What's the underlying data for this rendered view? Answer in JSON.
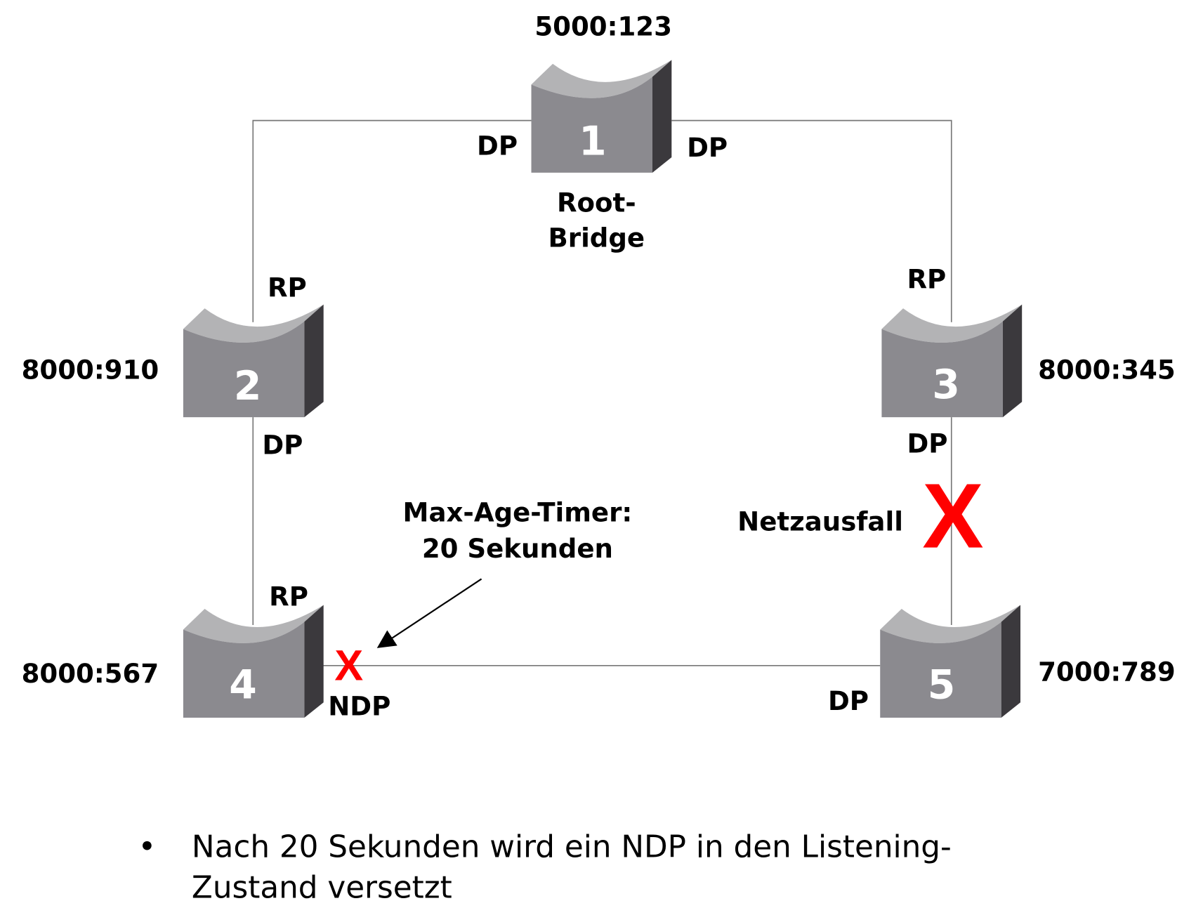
{
  "switches": [
    {
      "number": "1",
      "id": "5000:123",
      "note": "Root-\nBridge"
    },
    {
      "number": "2",
      "id": "8000:910"
    },
    {
      "number": "3",
      "id": "8000:345"
    },
    {
      "number": "4",
      "id": "8000:567"
    },
    {
      "number": "5",
      "id": "7000:789"
    }
  ],
  "ports": {
    "s1_left": "DP",
    "s1_right": "DP",
    "s2_top": "RP",
    "s2_bottom": "DP",
    "s3_top": "RP",
    "s3_bottom": "DP",
    "s4_top": "RP",
    "s4_right": "NDP",
    "s5_left": "DP"
  },
  "root_label_1": "Root-",
  "root_label_2": "Bridge",
  "failure_label": "Netzausfall",
  "blocked_mark": "X",
  "failure_mark": "X",
  "timer_label_1": "Max-Age-Timer:",
  "timer_label_2": "20 Sekunden",
  "bullet": {
    "symbol": "•",
    "line1": "Nach 20 Sekunden wird ein NDP in den Listening-",
    "line2": "Zustand versetzt"
  },
  "colors": {
    "failure": "#ff0000",
    "switch_front": "#8b8a8f",
    "switch_top": "#b3b3b5",
    "switch_side": "#3b393d"
  }
}
